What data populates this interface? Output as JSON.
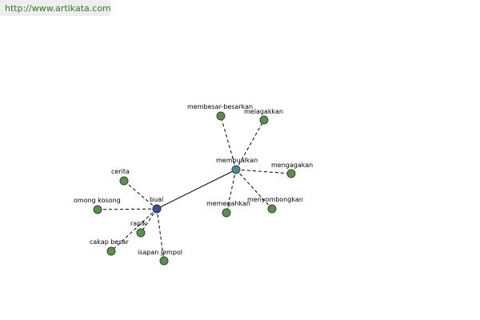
{
  "source": {
    "url_text": "http://www.artikata.com"
  },
  "graph": {
    "colors": {
      "node_fill": "#5b8f50",
      "node_stroke": "#2e4a28",
      "hub_bual_fill": "#3e4f91",
      "hub_bual_stroke": "#1f2a55",
      "hub_membualkan_fill": "#4a8c8c",
      "hub_membualkan_stroke": "#234a4a",
      "edge": "#000000"
    },
    "nodes": [
      {
        "id": "bual",
        "label": "bual",
        "kind": "hub-bual"
      },
      {
        "id": "membualkan",
        "label": "membualkan",
        "kind": "hub-membualkan"
      },
      {
        "id": "cerita",
        "label": "cerita",
        "kind": "leaf"
      },
      {
        "id": "omong-kosong",
        "label": "omong kosong",
        "kind": "leaf"
      },
      {
        "id": "rapik",
        "label": "rapik",
        "kind": "leaf"
      },
      {
        "id": "cakap-besar",
        "label": "cakap besar",
        "kind": "leaf"
      },
      {
        "id": "isapan-jempol",
        "label": "isapan jempol",
        "kind": "leaf"
      },
      {
        "id": "membesar-besarkan",
        "label": "membesar-besarkan",
        "kind": "leaf"
      },
      {
        "id": "melagakkan",
        "label": "melagakkan",
        "kind": "leaf"
      },
      {
        "id": "mengagakan",
        "label": "mengagakan",
        "kind": "leaf"
      },
      {
        "id": "memegahkan",
        "label": "memegahkan",
        "kind": "leaf"
      },
      {
        "id": "menyombongkan",
        "label": "menyombongkan",
        "kind": "leaf"
      }
    ],
    "edges": [
      {
        "from": "bual",
        "to": "membualkan",
        "style": "solid"
      },
      {
        "from": "bual",
        "to": "cerita",
        "style": "dashed"
      },
      {
        "from": "bual",
        "to": "omong-kosong",
        "style": "dashed"
      },
      {
        "from": "bual",
        "to": "rapik",
        "style": "dashed"
      },
      {
        "from": "bual",
        "to": "cakap-besar",
        "style": "dashed"
      },
      {
        "from": "bual",
        "to": "isapan-jempol",
        "style": "dashed"
      },
      {
        "from": "membualkan",
        "to": "membesar-besarkan",
        "style": "dashed"
      },
      {
        "from": "membualkan",
        "to": "melagakkan",
        "style": "dashed"
      },
      {
        "from": "membualkan",
        "to": "mengagakan",
        "style": "dashed"
      },
      {
        "from": "membualkan",
        "to": "memegahkan",
        "style": "dashed"
      },
      {
        "from": "membualkan",
        "to": "menyombongkan",
        "style": "dashed"
      }
    ]
  }
}
